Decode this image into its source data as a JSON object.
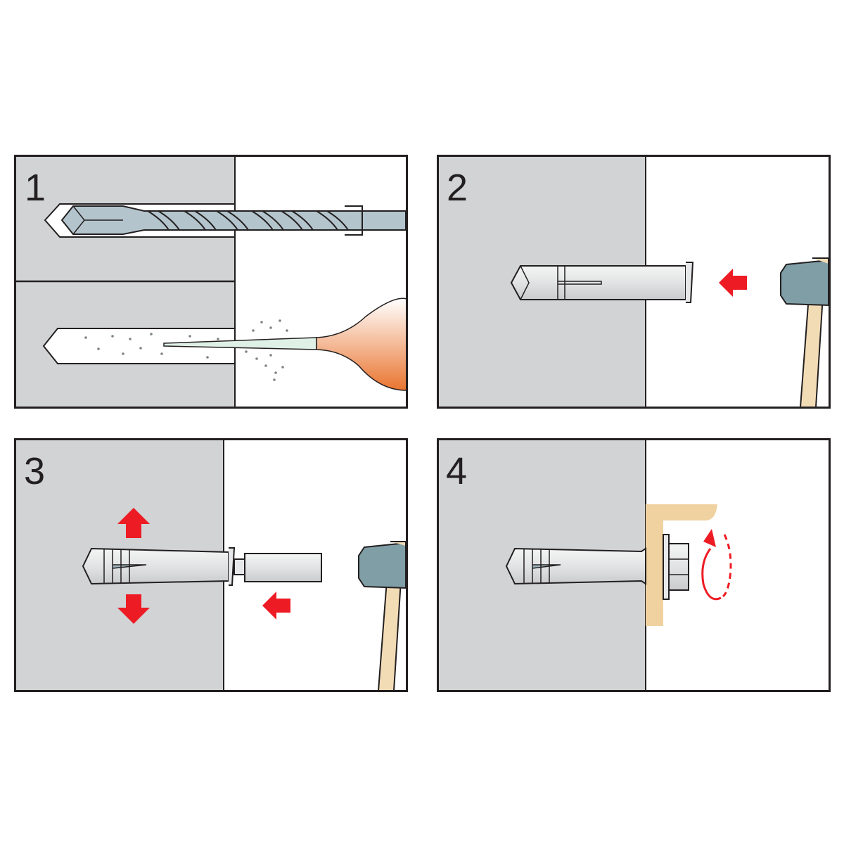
{
  "steps": [
    {
      "number": "1",
      "action": "drill"
    },
    {
      "number": "2",
      "action": "insert"
    },
    {
      "number": "3",
      "action": "expand"
    },
    {
      "number": "4",
      "action": "tighten"
    }
  ],
  "colors": {
    "frame": "#231f20",
    "wall": "#d1d3d4",
    "steel": "#e6e7e8",
    "drill": "#b3c4cc",
    "hammer_head": "#7f9ea6",
    "wood": "#f2dcb6",
    "bracket": "#f0d2a0",
    "arrow": "#ed1c24",
    "bulb": "#f08a4b"
  }
}
